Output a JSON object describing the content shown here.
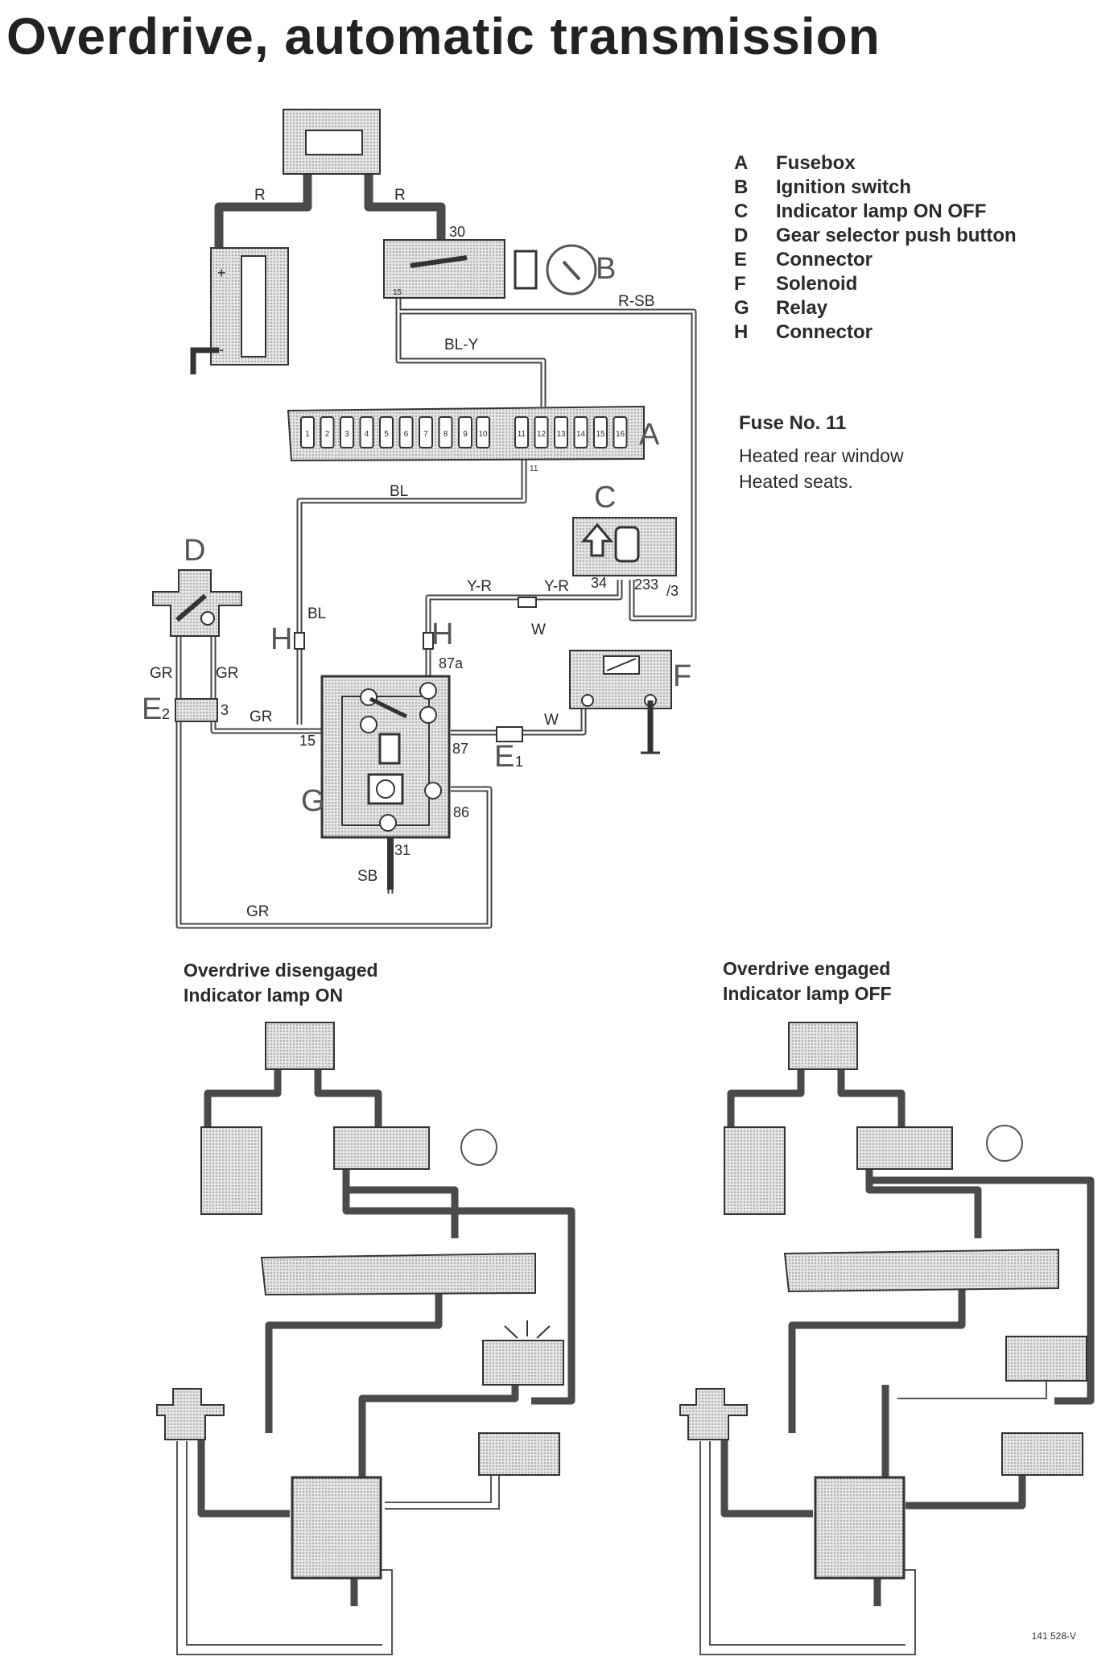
{
  "title": "Overdrive, automatic transmission",
  "legend": [
    {
      "letter": "A",
      "text": "Fusebox"
    },
    {
      "letter": "B",
      "text": "Ignition switch"
    },
    {
      "letter": "C",
      "text": "Indicator lamp ON OFF"
    },
    {
      "letter": "D",
      "text": "Gear selector push button"
    },
    {
      "letter": "E",
      "text": "Connector"
    },
    {
      "letter": "F",
      "text": "Solenoid"
    },
    {
      "letter": "G",
      "text": "Relay"
    },
    {
      "letter": "H",
      "text": "Connector"
    }
  ],
  "fuse_note": {
    "title": "Fuse No. 11",
    "items": [
      "Heated rear window",
      "Heated seats."
    ]
  },
  "diagram_labels": {
    "A": "A",
    "B": "B",
    "C": "C",
    "D": "D",
    "E1": "E",
    "E1_sub": "1",
    "E2": "E",
    "E2_sub": "2",
    "F": "F",
    "G": "G",
    "H_left": "H",
    "H_right": "H"
  },
  "wire_labels": {
    "r_left": "R",
    "r_right": "R",
    "r_sb": "R-SB",
    "bl_y": "BL-Y",
    "bl": "BL",
    "bl_vertical": "BL",
    "y_r_left": "Y-R",
    "y_r_right": "Y-R",
    "w_top": "W",
    "w_bottom": "W",
    "gr_left": "GR",
    "gr_right": "GR",
    "gr_mid": "GR",
    "gr_bottom": "GR",
    "sb": "SB"
  },
  "terminal_labels": {
    "t30": "30",
    "t15_switch": "15",
    "t11": "11",
    "t34": "34",
    "t233": "233",
    "t3": "/3",
    "t87a": "87a",
    "t87": "87",
    "t86": "86",
    "t31": "31",
    "t15_relay": "15",
    "t3_conn": "3"
  },
  "fuse_numbers": [
    "1",
    "2",
    "3",
    "4",
    "5",
    "6",
    "7",
    "8",
    "9",
    "10",
    "11",
    "12",
    "13",
    "14",
    "15",
    "16"
  ],
  "captions": {
    "disengaged": [
      "Overdrive disengaged",
      "Indicator lamp ON"
    ],
    "engaged": [
      "Overdrive engaged",
      "Indicator lamp OFF"
    ]
  },
  "reference_code": "141 528-V",
  "colors": {
    "ink": "#2a2a2a",
    "shade": "#d9d9d9",
    "wire": "#4a4a4a"
  }
}
